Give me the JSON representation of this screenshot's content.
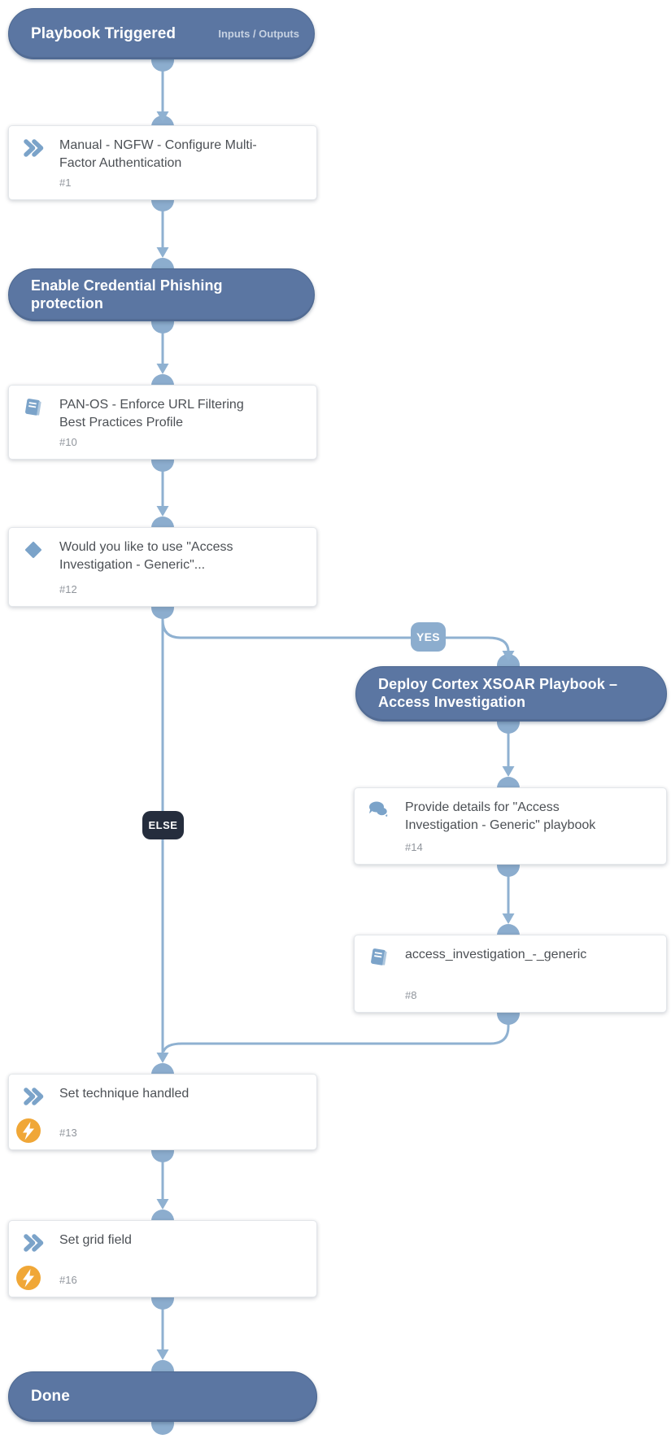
{
  "app": {
    "view": "playbook-workflow-diagram"
  },
  "headers": {
    "trigger": {
      "label": "Playbook Triggered",
      "action": "Inputs / Outputs"
    },
    "phishing": {
      "label": "Enable Credential Phishing protection"
    },
    "deploy": {
      "label": "Deploy Cortex XSOAR Playbook – Access Investigation"
    },
    "done": {
      "label": "Done"
    }
  },
  "tasks": {
    "t1": {
      "title": "Manual - NGFW - Configure Multi-Factor Authentication",
      "number": "#1",
      "icon": "double-chevron-icon"
    },
    "t10": {
      "title": "PAN-OS - Enforce URL Filtering Best Practices Profile",
      "number": "#10",
      "icon": "playbook-book-icon"
    },
    "t12": {
      "title": "Would you like to use \"Access Investigation - Generic\"...",
      "number": "#12",
      "icon": "condition-diamond-icon"
    },
    "t14": {
      "title": "Provide details for \"Access Investigation - Generic\" playbook",
      "number": "#14",
      "icon": "chat-bubbles-icon"
    },
    "t8": {
      "title": "access_investigation_-_generic",
      "number": "#8",
      "icon": "playbook-book-icon"
    },
    "t13": {
      "title": "Set technique handled",
      "number": "#13",
      "icon": "double-chevron-icon",
      "badge": "lightning"
    },
    "t16": {
      "title": "Set grid field",
      "number": "#16",
      "icon": "double-chevron-icon",
      "badge": "lightning"
    }
  },
  "branches": {
    "yes": "YES",
    "else": "ELSE"
  },
  "colors": {
    "header_bg": "#5b76a2",
    "connector": "#8cadce",
    "icon_blue": "#7ba3c9",
    "yes_bg": "#8cadce",
    "else_bg": "#252d3d",
    "lightning_bg": "#f0a737",
    "title_text": "#4c5055",
    "number_text": "#90959c"
  }
}
